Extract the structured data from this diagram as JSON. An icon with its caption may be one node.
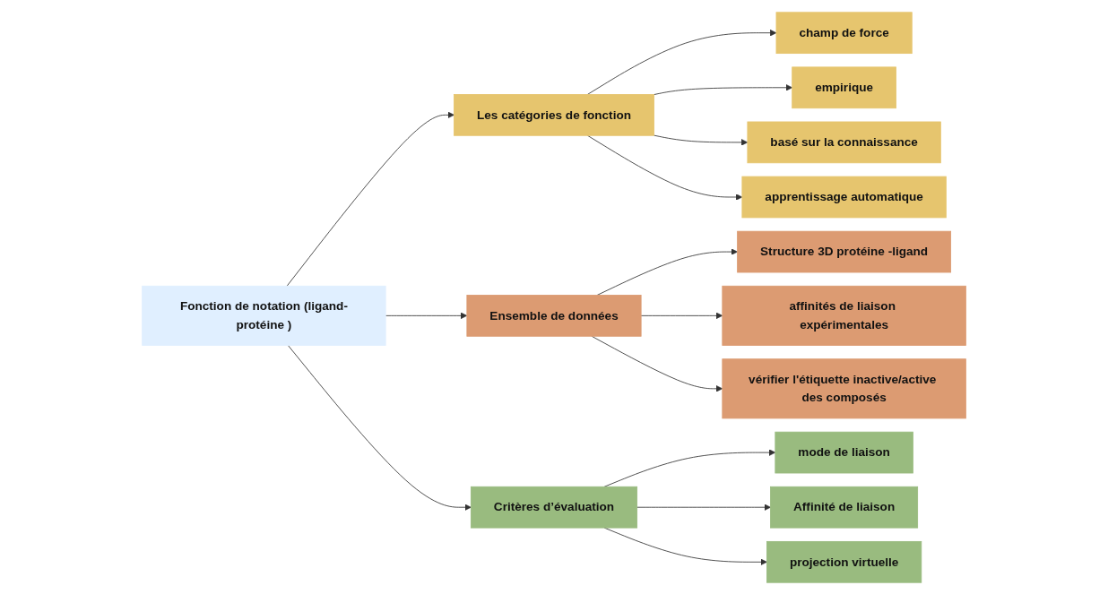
{
  "diagram": {
    "nodes": [
      {
        "text": [
          "Fonction de notation (ligand-protéine )"
        ]
      },
      {
        "text": [
          "Les catégories de fonction"
        ]
      },
      {
        "text": [
          "champ de force"
        ]
      },
      {
        "text": [
          "empirique"
        ]
      },
      {
        "text": [
          "basé sur la connaissance"
        ]
      },
      {
        "text": [
          "apprentissage automatique"
        ]
      },
      {
        "text": [
          "Ensemble de données"
        ]
      },
      {
        "text": [
          "Structure 3D protéine -ligand"
        ]
      },
      {
        "text": [
          "affinités de liaison expérimentales"
        ]
      },
      {
        "text": [
          "vérifier l'étiquette inactive/active des composés"
        ]
      },
      {
        "text": [
          "Critères d’évaluation"
        ]
      },
      {
        "text": [
          "mode de liaison"
        ]
      },
      {
        "text": [
          "Affinité de liaison"
        ]
      },
      {
        "text": [
          "projection virtuelle"
        ]
      }
    ],
    "edges": [
      {
        "from": 0,
        "to": 1,
        "arrow": "to"
      },
      {
        "from": 0,
        "to": 6,
        "arrow": "to"
      },
      {
        "from": 0,
        "to": 10,
        "arrow": "to"
      },
      {
        "from": 1,
        "to": 2,
        "arrow": "to"
      },
      {
        "from": 1,
        "to": 3,
        "arrow": "to"
      },
      {
        "from": 1,
        "to": 4,
        "arrow": "to"
      },
      {
        "from": 1,
        "to": 5,
        "arrow": "to"
      },
      {
        "from": 6,
        "to": 7,
        "arrow": "to"
      },
      {
        "from": 6,
        "to": 8,
        "arrow": "to"
      },
      {
        "from": 6,
        "to": 9,
        "arrow": "to"
      },
      {
        "from": 10,
        "to": 11,
        "arrow": "to"
      },
      {
        "from": 10,
        "to": 12,
        "arrow": "to"
      },
      {
        "from": 10,
        "to": 13,
        "arrow": "to"
      }
    ]
  }
}
